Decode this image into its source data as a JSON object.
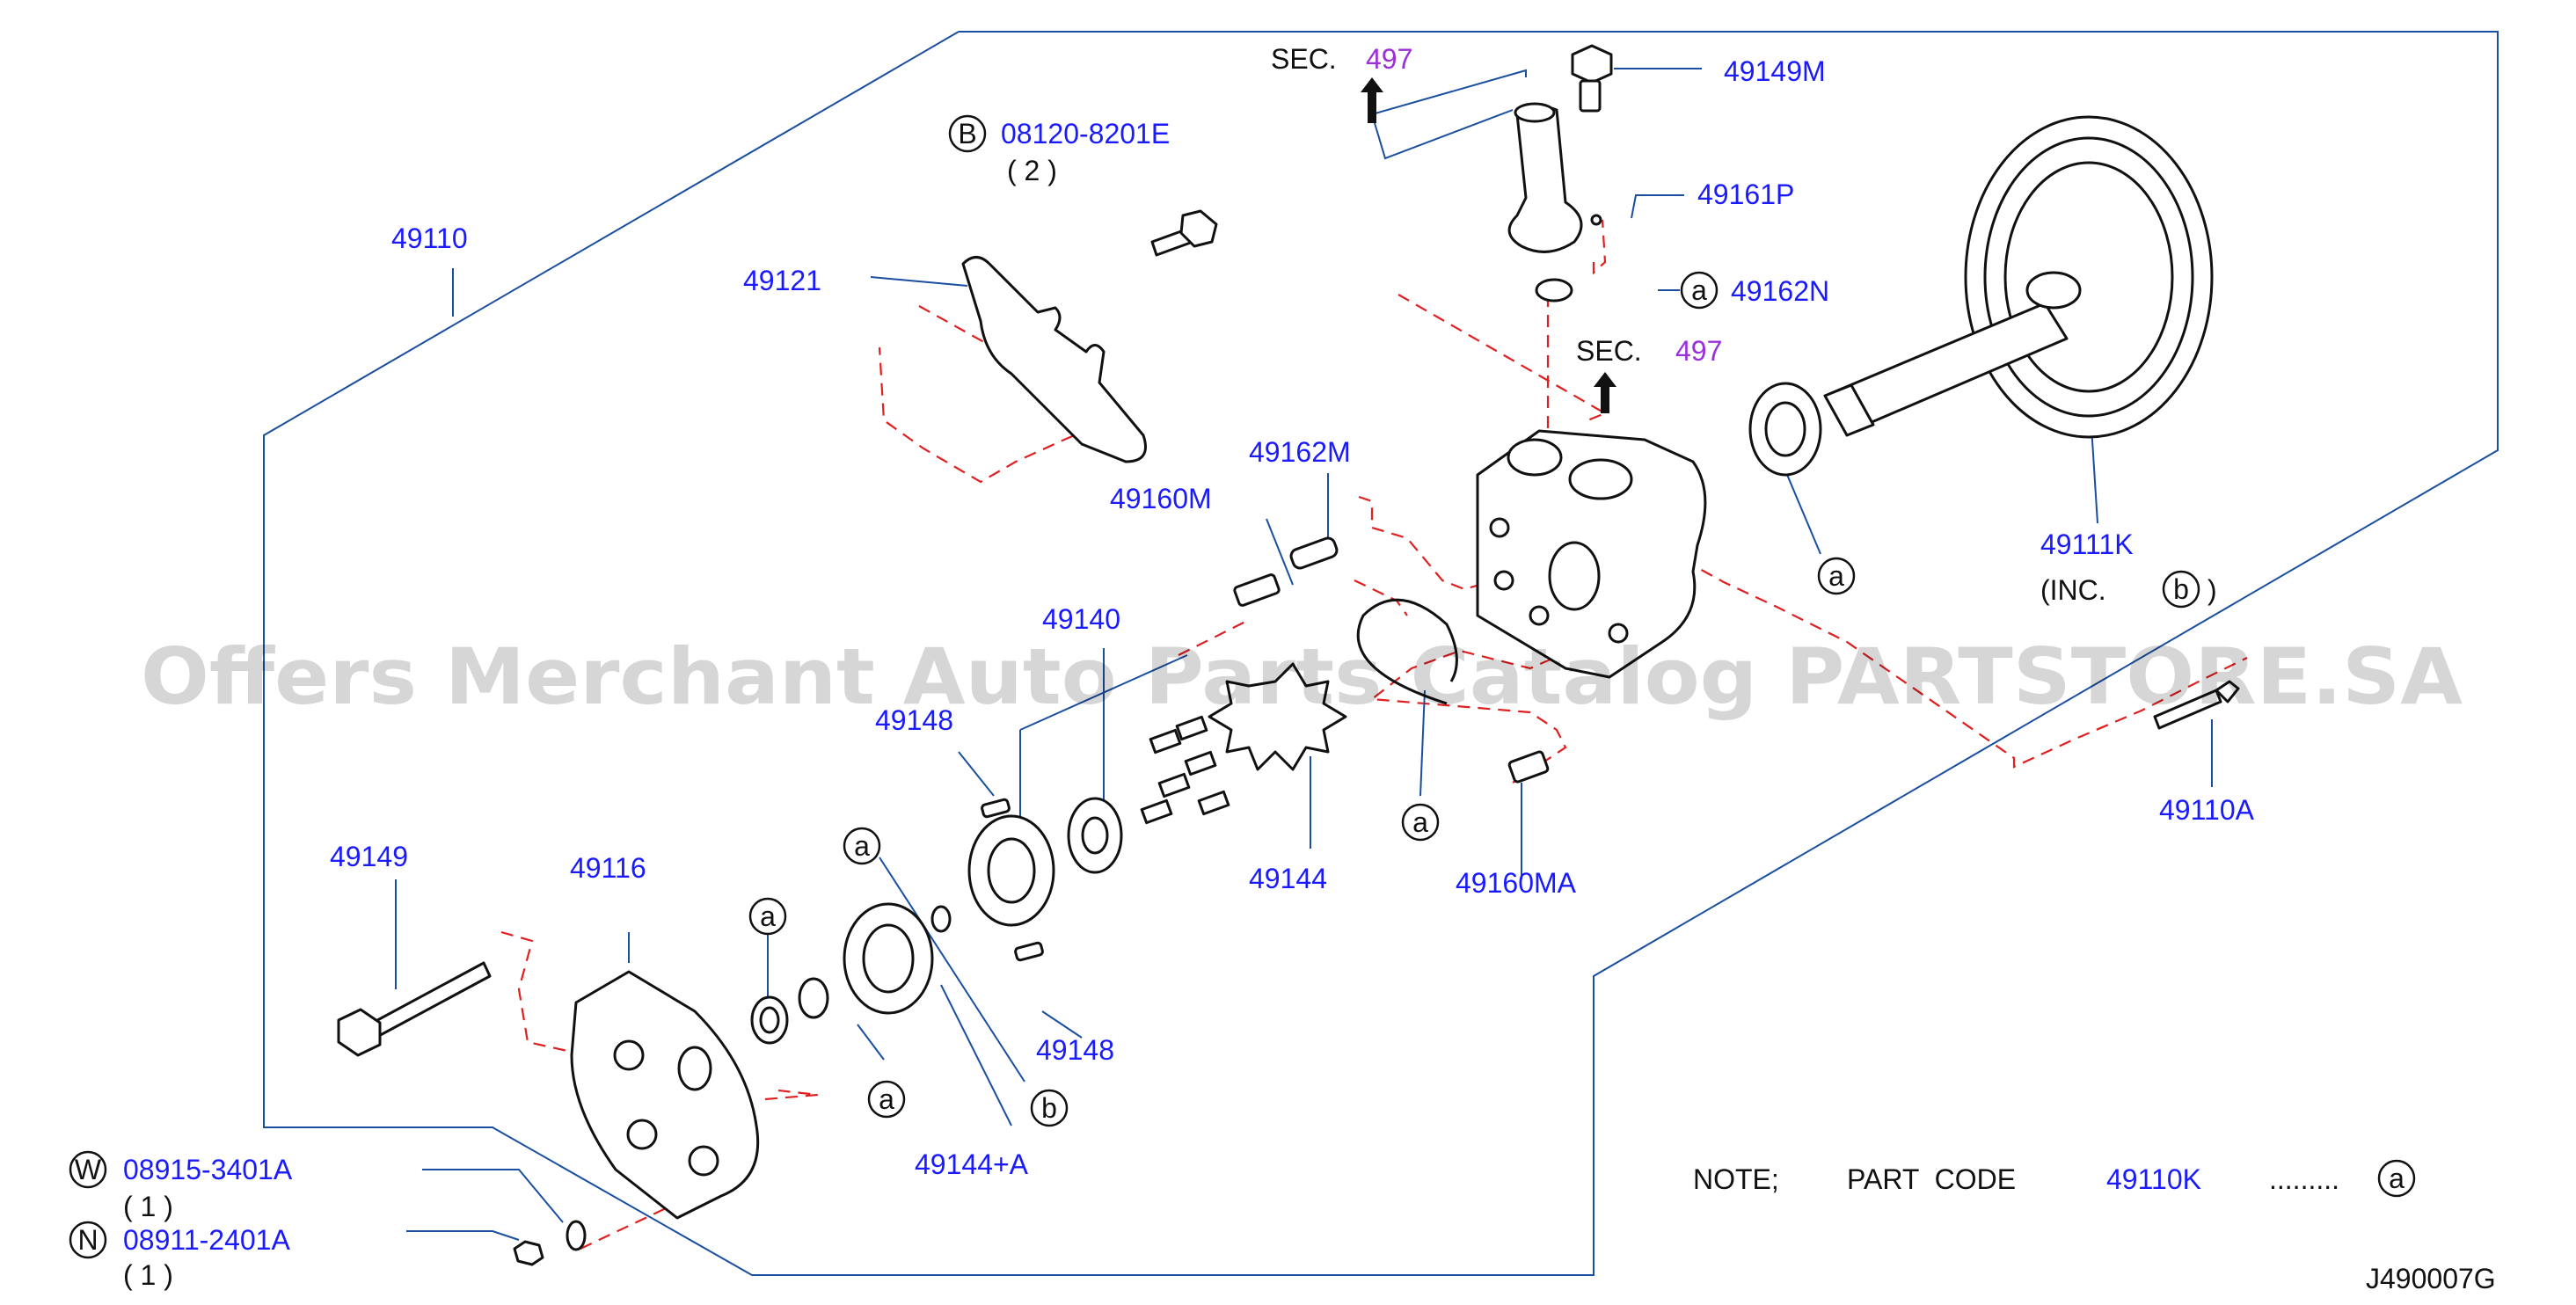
{
  "labels": {
    "sec_top": "SEC.",
    "sec_top_num": "497",
    "sec_mid": "SEC.",
    "sec_mid_num": "497",
    "p49149M": "49149M",
    "p49161P": "49161P",
    "p49162N": "49162N",
    "p49111K": "49111K",
    "inc": "(INC.",
    "inc_close": ")",
    "p49110A": "49110A",
    "p49110": "49110",
    "p49121": "49121",
    "p08120": "08120-8201E",
    "qty2": "( 2 )",
    "p49162M": "49162M",
    "p49160M": "49160M",
    "p49140": "49140",
    "p49148a": "49148",
    "p49148b": "49148",
    "p49144": "49144",
    "p49160MA": "49160MA",
    "p49149": "49149",
    "p49116": "49116",
    "p49144A": "49144+A",
    "p08915": "08915-3401A",
    "qty1a": "( 1 )",
    "p08911": "08911-2401A",
    "qty1b": "( 1 )",
    "note": "NOTE;",
    "part_code": "PART  CODE",
    "note_code": "49110K",
    "dots": ".........",
    "diagram_id": "J490007G"
  },
  "callouts": {
    "a": "a",
    "b": "b",
    "B": "B",
    "W": "W",
    "N": "N"
  },
  "watermark": "Offers Merchant Auto Parts Catalog PARTSTORE.SA",
  "colors": {
    "part_number": "#1a1aff",
    "section_number": "#9b30d9",
    "leader": "#1a4fa0",
    "dashed_guide": "#e02020"
  }
}
